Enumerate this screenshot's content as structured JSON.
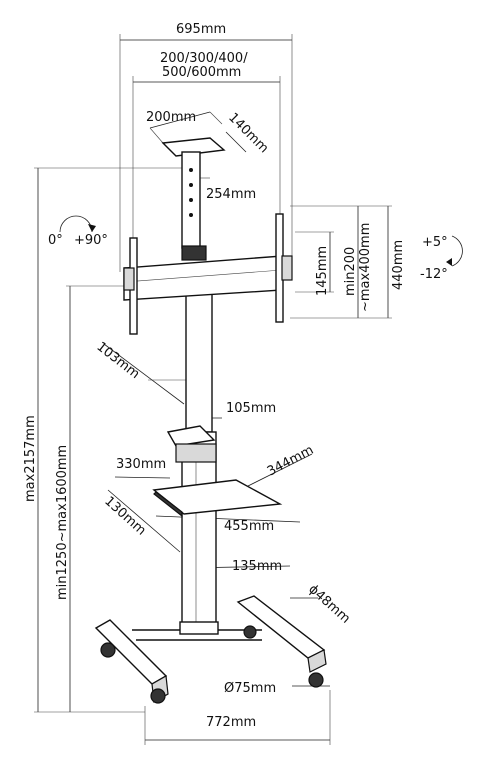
{
  "labels": {
    "overall_width": "695mm",
    "vesa_widths_1": "200/300/400/",
    "vesa_widths_2": "500/600mm",
    "top_plate_width": "200mm",
    "top_plate_depth": "140mm",
    "column_top": "254mm",
    "tilt_left_0": "0°",
    "tilt_left_90": "+90°",
    "tilt_up": "+5°",
    "tilt_down": "-12°",
    "vesa_145": "145mm",
    "vesa_range_1": "min200",
    "vesa_range_2": "~max400mm",
    "vesa_440": "440mm",
    "offset_103": "103mm",
    "offset_105": "105mm",
    "shelf_330": "330mm",
    "shelf_344": "344mm",
    "offset_130": "130mm",
    "shelf_455": "455mm",
    "offset_135": "135mm",
    "max_height": "max2157mm",
    "height_range": "min1250~max1600mm",
    "tube_diameter": "ϕ48mm",
    "wheel_diameter": "Ø75mm",
    "base_width": "772mm"
  }
}
